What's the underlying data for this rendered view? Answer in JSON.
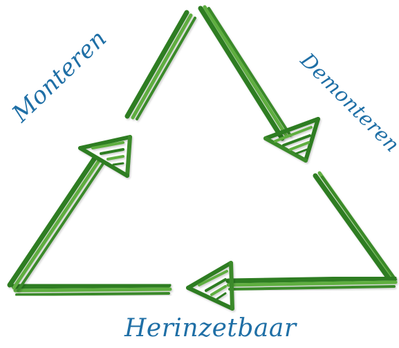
{
  "labels": {
    "assemble": "Monteren",
    "disassemble": "Demonteren",
    "reusable": "Herinzetbaar"
  },
  "colors": {
    "stick_dark": "#2f7d23",
    "stick_mid": "#4ea036",
    "stick_light": "#7cc35a",
    "label": "#1f6fa6"
  }
}
